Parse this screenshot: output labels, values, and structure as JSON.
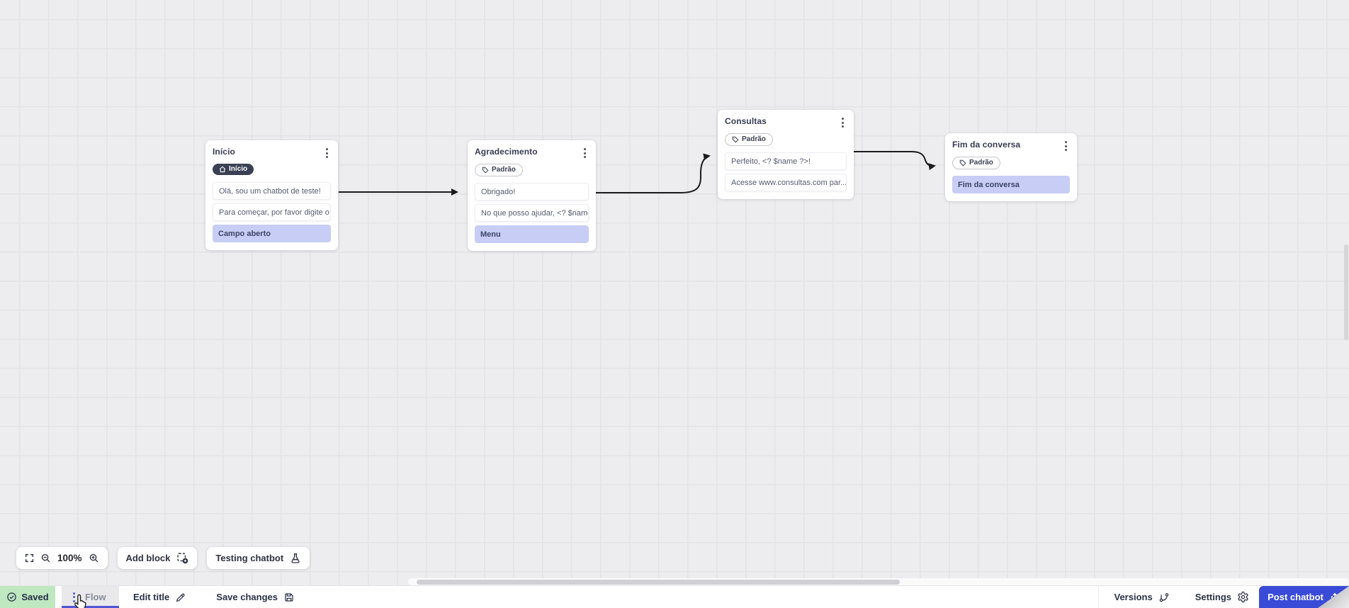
{
  "canvas": {
    "toolbar": {
      "zoom_level": "100%",
      "add_block": "Add block",
      "testing_chatbot": "Testing chatbot"
    },
    "nodes": [
      {
        "title": "Início",
        "badge": {
          "label": "Início",
          "style": "start"
        },
        "rows": [
          {
            "text": "Olá, sou um chatbot de teste!",
            "type": "message"
          },
          {
            "text": "Para começar, por favor digite o ...",
            "type": "message"
          },
          {
            "text": "Campo aberto",
            "type": "action"
          }
        ]
      },
      {
        "title": "Agradecimento",
        "badge": {
          "label": "Padrão",
          "style": "tag"
        },
        "rows": [
          {
            "text": "Obrigado!",
            "type": "message"
          },
          {
            "text": "No que posso ajudar, <? $name ...",
            "type": "message"
          },
          {
            "text": "Menu",
            "type": "action"
          }
        ]
      },
      {
        "title": "Consultas",
        "badge": {
          "label": "Padrão",
          "style": "tag"
        },
        "rows": [
          {
            "text": "Perfeito, <? $name ?>!",
            "type": "message"
          },
          {
            "text": "Acesse www.consultas.com par...",
            "type": "message"
          }
        ]
      },
      {
        "title": "Fim da conversa",
        "badge": {
          "label": "Padrão",
          "style": "tag"
        },
        "rows": [
          {
            "text": "Fim da conversa",
            "type": "action"
          }
        ]
      }
    ]
  },
  "statusbar": {
    "saved": "Saved",
    "flow_tab": "Flow",
    "edit_title": "Edit title",
    "save_changes": "Save changes",
    "versions": "Versions",
    "settings": "Settings",
    "post_chatbot": "Post chatbot"
  },
  "icons": {
    "saved-check-icon": "circled checkmark",
    "flow-kebab-icon": "vertical dots handle",
    "edit-pencil-icon": "pencil",
    "save-floppy-icon": "floppy disk",
    "versions-branch-icon": "git branch",
    "settings-gear-icon": "gear",
    "post-upload-icon": "upload tray",
    "fullscreen-icon": "expand corners",
    "zoom-out-icon": "magnifier with minus",
    "zoom-in-icon": "magnifier with plus",
    "add-block-icon": "dashed square with plus",
    "testing-flask-icon": "flask",
    "node-menu-icon": "vertical dots",
    "home-icon": "house",
    "tag-icon": "label tag",
    "hand-cursor": "hand pointer"
  },
  "colors": {
    "accent_blue": "#3a4bd7",
    "saved_green": "#bfe7c0",
    "highlight_row": "#c7cdf4",
    "badge_dark": "#3a4054",
    "tab_underline": "#4f56d6",
    "canvas_bg": "#ededef",
    "grid_line": "#e3e3e7",
    "connector": "#1a1a1a"
  }
}
